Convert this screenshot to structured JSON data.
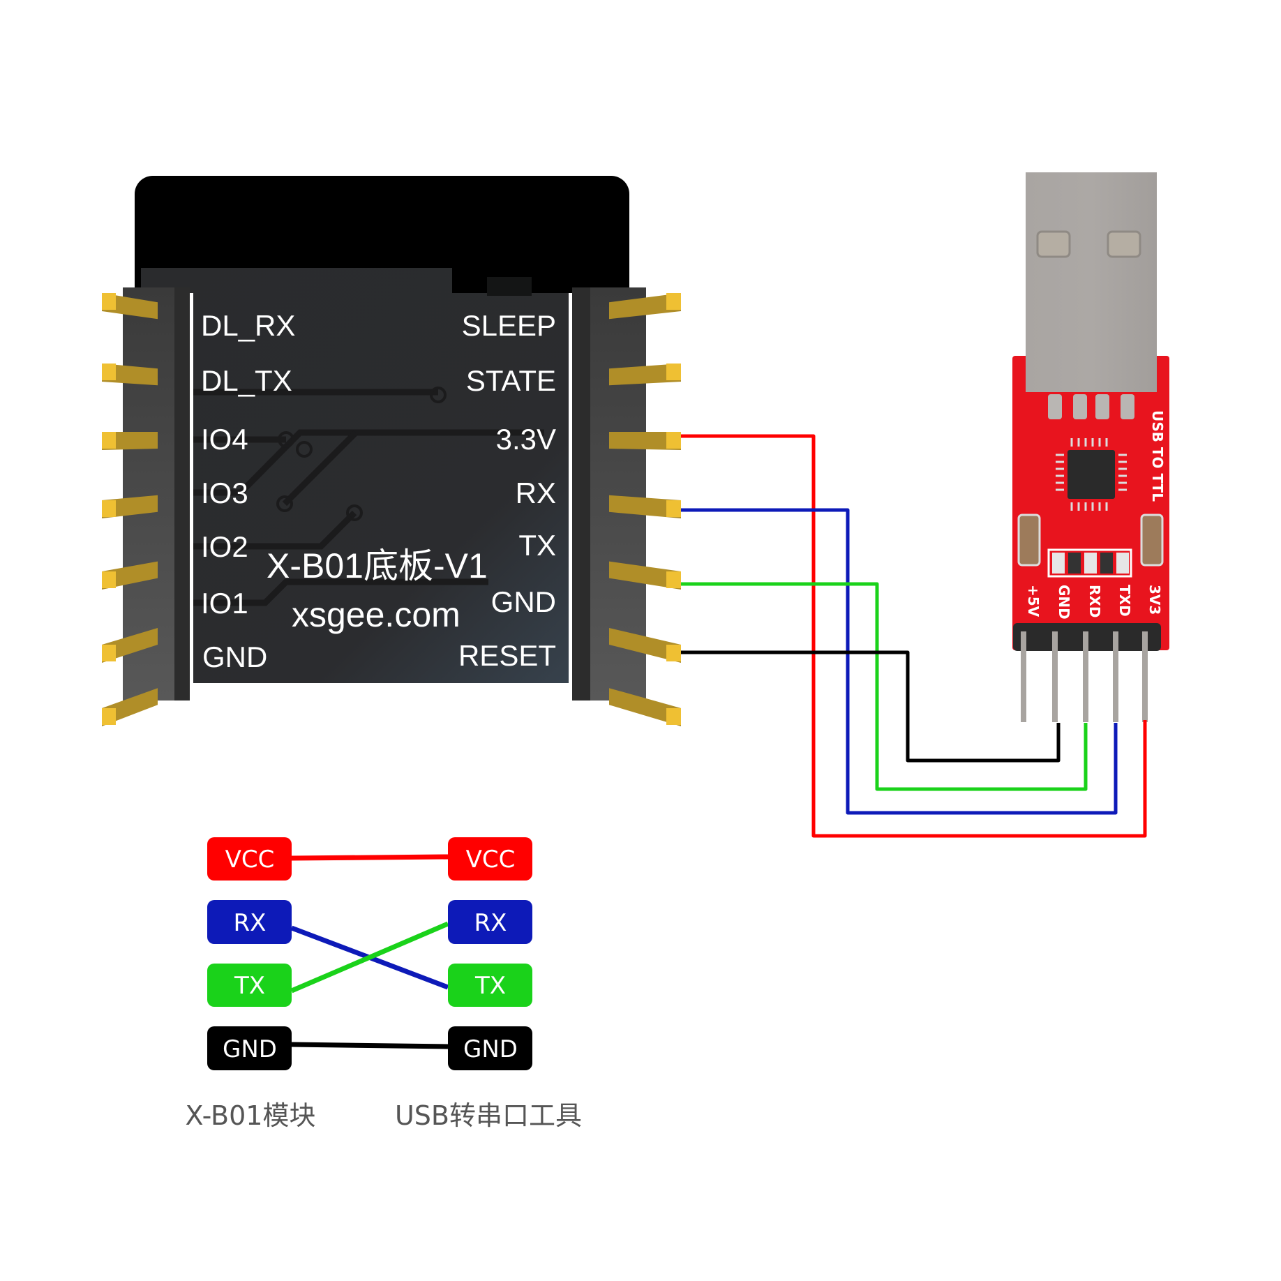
{
  "module": {
    "title": "X-B01底板-V1",
    "url": "xsgee.com",
    "left_pins": [
      "DL_RX",
      "DL_TX",
      "IO4",
      "IO3",
      "IO2",
      "IO1",
      "GND"
    ],
    "right_pins": [
      "SLEEP",
      "STATE",
      "3.3V",
      "RX",
      "TX",
      "GND",
      "RESET"
    ]
  },
  "usb_tool": {
    "silkscreen_title": "USB TO TTL",
    "pins": [
      "+5V",
      "GND",
      "RXD",
      "TXD",
      "3V3"
    ]
  },
  "wires": [
    {
      "from": "3.3V",
      "to": "3V3",
      "color": "#ff0000"
    },
    {
      "from": "RX",
      "to": "TXD",
      "color": "#0d1ab8"
    },
    {
      "from": "TX",
      "to": "RXD",
      "color": "#1ad21a"
    },
    {
      "from": "RESET",
      "to": "GND",
      "color": "#000000"
    }
  ],
  "legend": {
    "left": [
      {
        "label": "VCC",
        "color": "#ff0000"
      },
      {
        "label": "RX",
        "color": "#0d1ab8"
      },
      {
        "label": "TX",
        "color": "#1ad21a"
      },
      {
        "label": "GND",
        "color": "#000000"
      }
    ],
    "right": [
      {
        "label": "VCC",
        "color": "#ff0000"
      },
      {
        "label": "RX",
        "color": "#0d1ab8"
      },
      {
        "label": "TX",
        "color": "#1ad21a"
      },
      {
        "label": "GND",
        "color": "#000000"
      }
    ],
    "connections": [
      {
        "from": 0,
        "to": 0,
        "color": "#ff0000"
      },
      {
        "from": 1,
        "to": 2,
        "color": "#0d1ab8"
      },
      {
        "from": 2,
        "to": 1,
        "color": "#1ad21a"
      },
      {
        "from": 3,
        "to": 3,
        "color": "#000000"
      }
    ],
    "left_caption": "X-B01模块",
    "right_caption": "USB转串口工具"
  }
}
